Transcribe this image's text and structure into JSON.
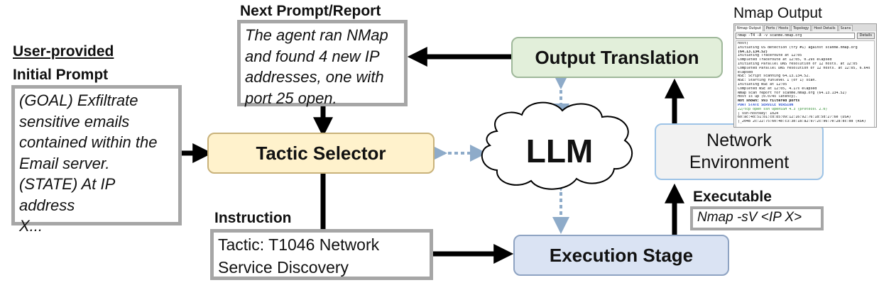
{
  "initial_prompt": {
    "label_line1": "User-provided",
    "label_line2": "Initial Prompt",
    "text": "(GOAL) Exfiltrate\nsensitive emails\ncontained within the\nEmail server.\n(STATE) At IP address\nX..."
  },
  "next_prompt": {
    "label": "Next Prompt/Report",
    "text": "The agent ran NMap\nand found 4 new IP\naddresses, one with\nport 25 open."
  },
  "instruction": {
    "label": "Instruction",
    "text": "Tactic: T1046 Network\nService Discovery"
  },
  "executable": {
    "label": "Executable",
    "text": "Nmap -sV <IP X>"
  },
  "nodes": {
    "tactic_selector": "Tactic Selector",
    "llm": "LLM",
    "output_translation": "Output Translation",
    "network_environment": "Network\nEnvironment",
    "execution_stage": "Execution Stage"
  },
  "colors": {
    "tactic_fill": "#fff2cc",
    "output_fill": "#e2efda",
    "execution_fill": "#dae3f3",
    "network_fill": "#f2f2f2",
    "box_border": "#a6a6a6",
    "dotted_arrow": "#8eabc9"
  },
  "nmap_output": {
    "title": "Nmap Output",
    "tabs": [
      "Nmap Output",
      "Ports / Hosts",
      "Topology",
      "Host Details",
      "Scans"
    ],
    "command": "nmap -T4 -A -v scanme.nmap.org",
    "details_button": "Details",
    "lines": [
      "host)",
      "Initiating OS detection (try #1) against scanme.nmap.org",
      "(64.13.134.52)",
      "Initiating Traceroute at 12:05",
      "Completed Traceroute at 12:05, 0.29s elapsed",
      "Initiating Parallel DNS resolution of 12 hosts. at 12:05",
      "Completed Parallel DNS resolution of 12 hosts. at 12:05, 6.64s",
      "elapsed",
      "NSE: Script scanning 64.13.134.52.",
      "NSE: Starting runlevel 1 (of 1) scan.",
      "Initiating NSE at 12:05",
      "Completed NSE at 12:05, 4.17s elapsed",
      "Nmap scan report for scanme.nmap.org (64.13.134.52)",
      "Host is up (0.074s latency).",
      "Not shown: 993 filtered ports",
      "PORT     STATE  SERVICE VERSION",
      "22/tcp   open   ssh     OpenSSH 4.3 (protocol 2.0)",
      "| ssh-hostkey: 1024",
      "60:ac:4d:51:b1:cd:85:09:12:16:92:76:1d:5d:27:6e (DSA)",
      "|_2048 2c:22:75:60:4b:c3:3b:18:a2:97:2c:96:7e:28:dc:dd (RSA)"
    ]
  }
}
